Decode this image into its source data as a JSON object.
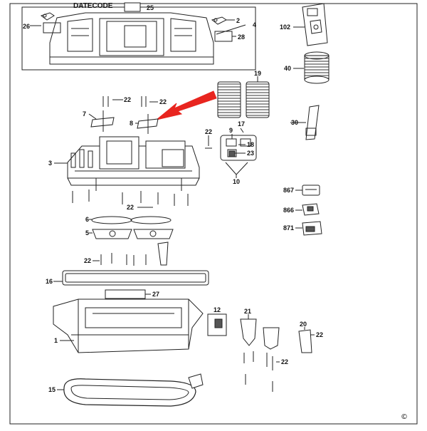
{
  "colors": {
    "line": "#222222",
    "arrow": "#e8251f",
    "fill": "#ffffff",
    "hatch": "#555555"
  },
  "labels": {
    "datecode": "DATECODE",
    "p25": "25",
    "p26": "26",
    "p2": "2",
    "p4": "4",
    "p28": "28",
    "p102": "102",
    "p40": "40",
    "p19": "19",
    "p22a": "22",
    "p22b": "22",
    "p7": "7",
    "p8": "8",
    "p30": "30",
    "p22c": "22",
    "p9": "9",
    "p17": "17",
    "p18": "18",
    "p23": "23",
    "p10": "10",
    "p3": "3",
    "p867": "867",
    "p866": "866",
    "p871": "871",
    "p22d": "22",
    "p6": "6",
    "p5": "5",
    "p22e": "22",
    "p16": "16",
    "p27": "27",
    "p12": "12",
    "p21": "21",
    "p20": "20",
    "p22f": "22",
    "p1": "1",
    "p22g": "22",
    "p15": "15"
  },
  "copyright": "©"
}
